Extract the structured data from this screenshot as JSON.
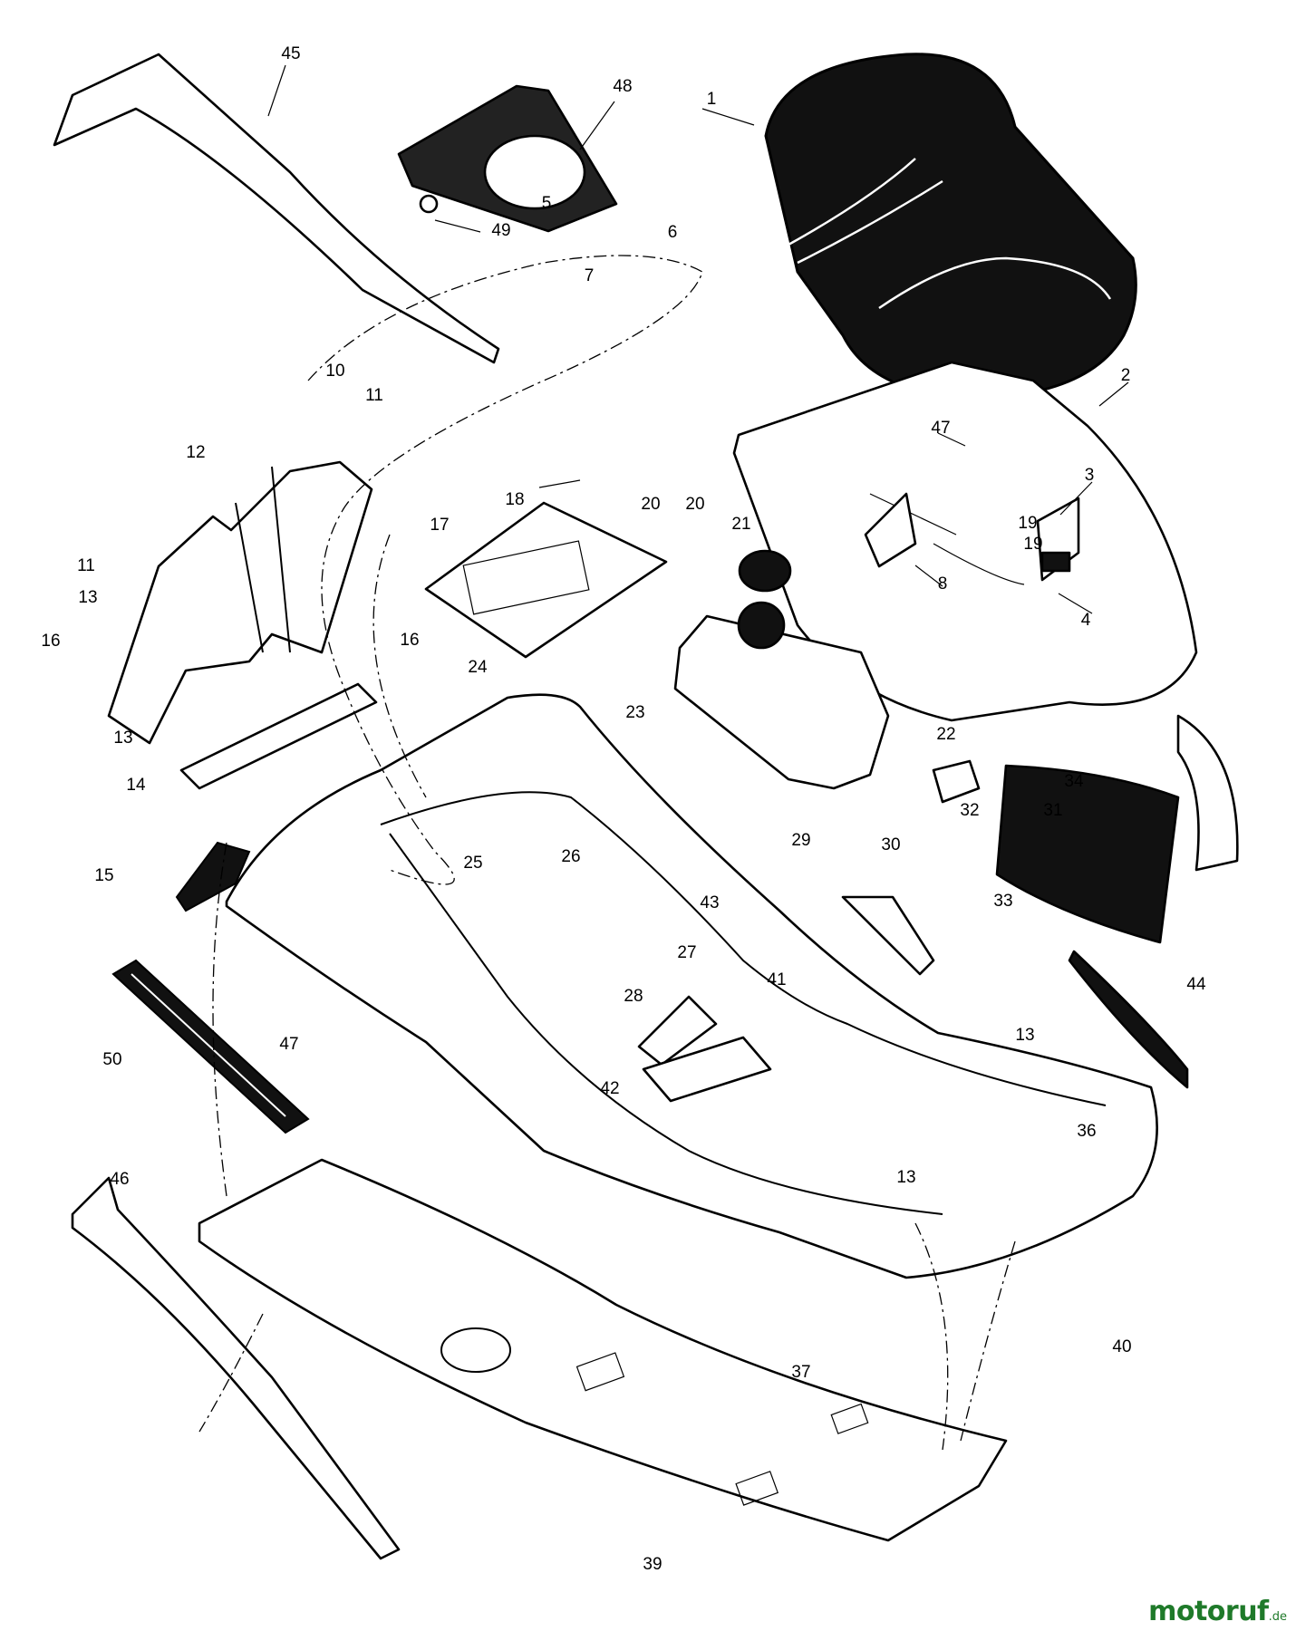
{
  "diagram": {
    "callouts": [
      "1",
      "2",
      "3",
      "4",
      "5",
      "6",
      "7",
      "8",
      "10",
      "11",
      "11",
      "12",
      "13",
      "13",
      "13",
      "13",
      "14",
      "15",
      "16",
      "16",
      "17",
      "18",
      "19",
      "19",
      "20",
      "20",
      "21",
      "22",
      "23",
      "24",
      "25",
      "26",
      "27",
      "28",
      "29",
      "30",
      "31",
      "32",
      "33",
      "34",
      "36",
      "37",
      "39",
      "40",
      "41",
      "42",
      "43",
      "44",
      "45",
      "46",
      "47",
      "47",
      "48",
      "49",
      "50"
    ]
  },
  "watermark": {
    "brand": "motoruf",
    "tld": ".de"
  },
  "colors": {
    "line": "#000000",
    "background": "#ffffff",
    "watermark": "#1f7a2a"
  }
}
